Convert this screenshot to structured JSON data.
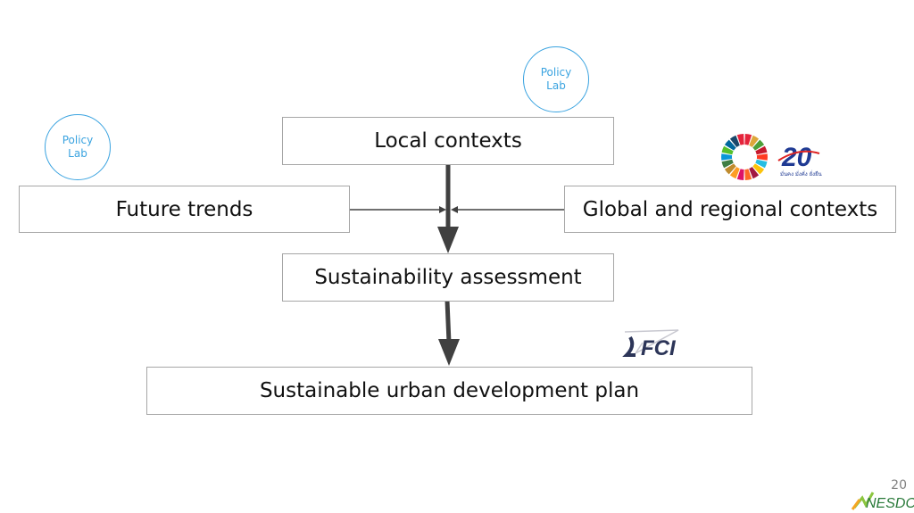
{
  "boxes": {
    "local": "Local contexts",
    "future": "Future trends",
    "global": "Global and regional contexts",
    "assessment": "Sustainability assessment",
    "plan": "Sustainable urban development plan"
  },
  "policy_lab": {
    "line1": "Policy",
    "line2": "Lab"
  },
  "logos": {
    "sdg20": "20",
    "sdg20_sub": "มั่นคง มั่งคั่ง ยั่งยืน",
    "sfci": "SFCI",
    "nesdc": "NESDC"
  },
  "page_number": "20",
  "colors": {
    "accent": "#3aa3e0",
    "arrow": "#404040"
  }
}
